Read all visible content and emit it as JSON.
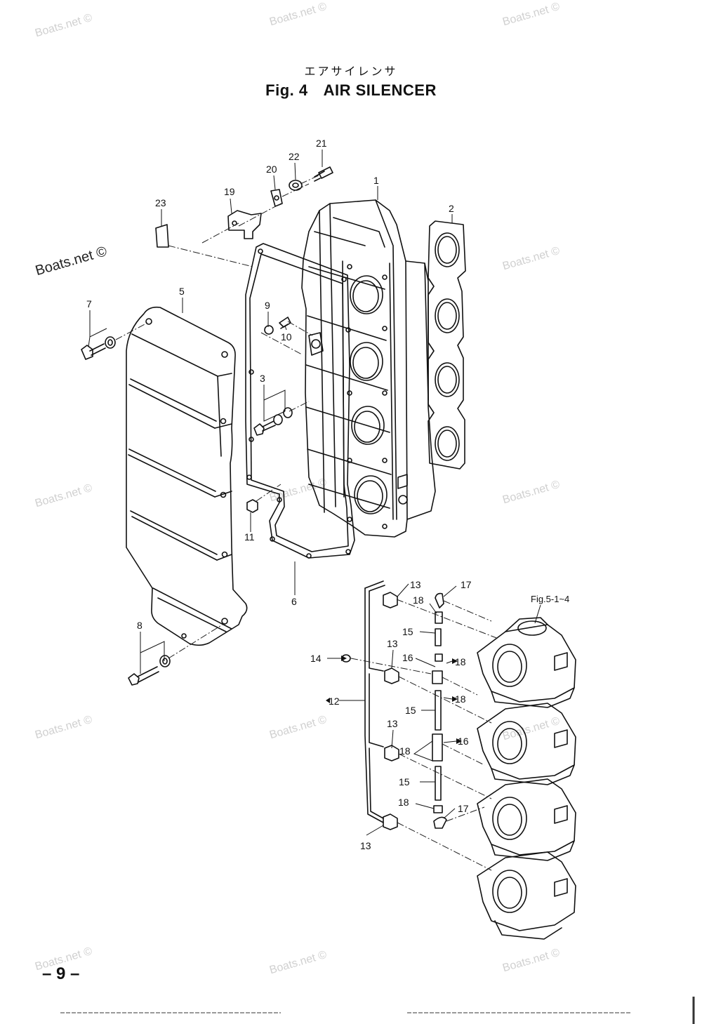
{
  "title_jp": "エアサイレンサ",
  "title_fig": "Fig. 4",
  "title_name": "AIR SILENCER",
  "page_number": "– 9 –",
  "reference_label": "Fig.5-1~4",
  "watermark": "Boats.net ©",
  "callouts": [
    "1",
    "2",
    "3",
    "5",
    "6",
    "7",
    "8",
    "9",
    "10",
    "11",
    "12",
    "13",
    "13",
    "13",
    "13",
    "14",
    "15",
    "15",
    "15",
    "16",
    "16",
    "17",
    "17",
    "18",
    "18",
    "18",
    "18",
    "18",
    "19",
    "20",
    "21",
    "22",
    "23"
  ]
}
